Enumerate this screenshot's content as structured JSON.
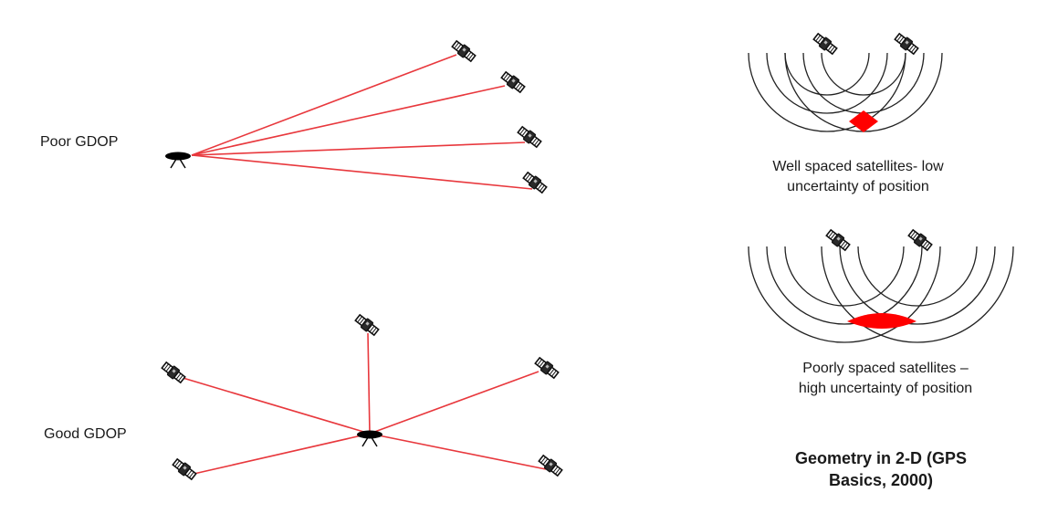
{
  "labels": {
    "poor_gdop": "Poor GDOP",
    "good_gdop": "Good GDOP"
  },
  "captions": {
    "well_line1": "Well spaced satellites- low",
    "well_line2": "uncertainty of position",
    "poor_line1": "Poorly spaced satellites –",
    "poor_line2": "high uncertainty of position"
  },
  "figure_title": {
    "line1": "Geometry in 2-D (GPS",
    "line2": "Basics, 2000)"
  },
  "colors": {
    "signal_line": "#e8383d",
    "overlap_region": "#ff0000",
    "arc": "#222222",
    "receiver": "#000000"
  },
  "icons": {
    "satellite": "satellite-icon",
    "receiver": "gps-receiver-icon"
  }
}
